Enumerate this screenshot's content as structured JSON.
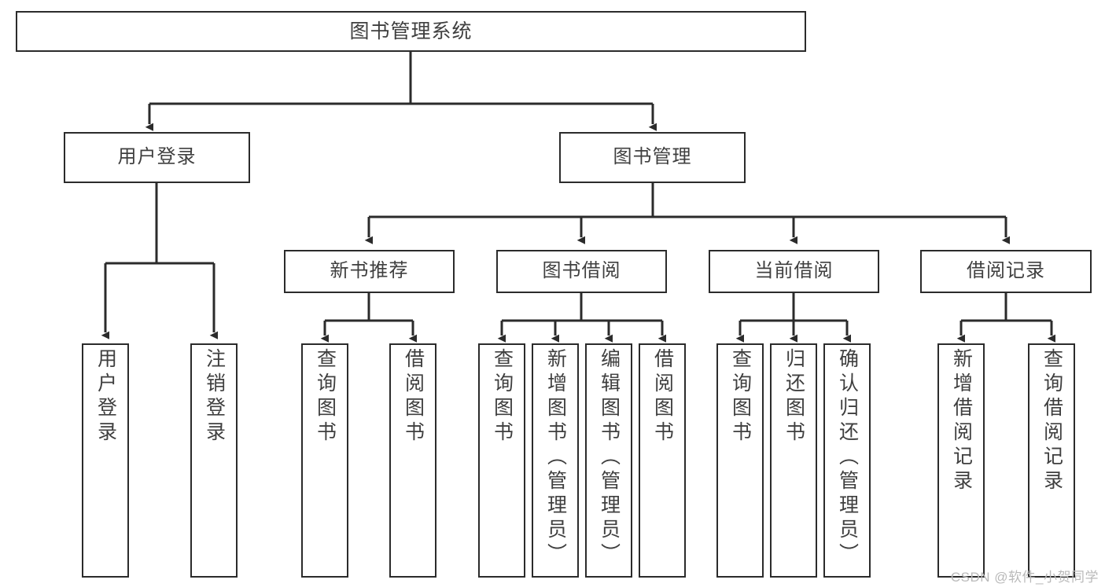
{
  "diagram": {
    "title": "图书管理系统",
    "type": "tree",
    "colors": {
      "box_border": "#2b2b2b",
      "box_fill": "#ffffff",
      "text": "#3f3f3f",
      "connector": "#2b2b2b",
      "watermark": "#b9b9b9"
    },
    "watermark": "CSDN @软件_小贺同学",
    "nodes": {
      "root": {
        "label": "图书管理系统"
      },
      "user_login": {
        "label": "用户登录"
      },
      "book_manage": {
        "label": "图书管理"
      },
      "new_book_rec": {
        "label": "新书推荐"
      },
      "book_borrow": {
        "label": "图书借阅"
      },
      "current_borrow": {
        "label": "当前借阅"
      },
      "borrow_record": {
        "label": "借阅记录"
      },
      "leaf_user_login": {
        "label": "用户登录"
      },
      "leaf_user_logout": {
        "label": "注销登录"
      },
      "leaf_rec_query": {
        "label": "查询图书"
      },
      "leaf_rec_borrow": {
        "label": "借阅图书"
      },
      "leaf_borrow_query": {
        "label": "查询图书"
      },
      "leaf_borrow_add": {
        "label": "新增图书（管理员）"
      },
      "leaf_borrow_edit": {
        "label": "编辑图书（管理员）"
      },
      "leaf_borrow_borrow": {
        "label": "借阅图书"
      },
      "leaf_cur_query": {
        "label": "查询图书"
      },
      "leaf_cur_return": {
        "label": "归还图书"
      },
      "leaf_cur_confirm": {
        "label": "确认归还（管理员）"
      },
      "leaf_rec_add": {
        "label": "新增借阅记录"
      },
      "leaf_rec_query2": {
        "label": "查询借阅记录"
      }
    }
  }
}
